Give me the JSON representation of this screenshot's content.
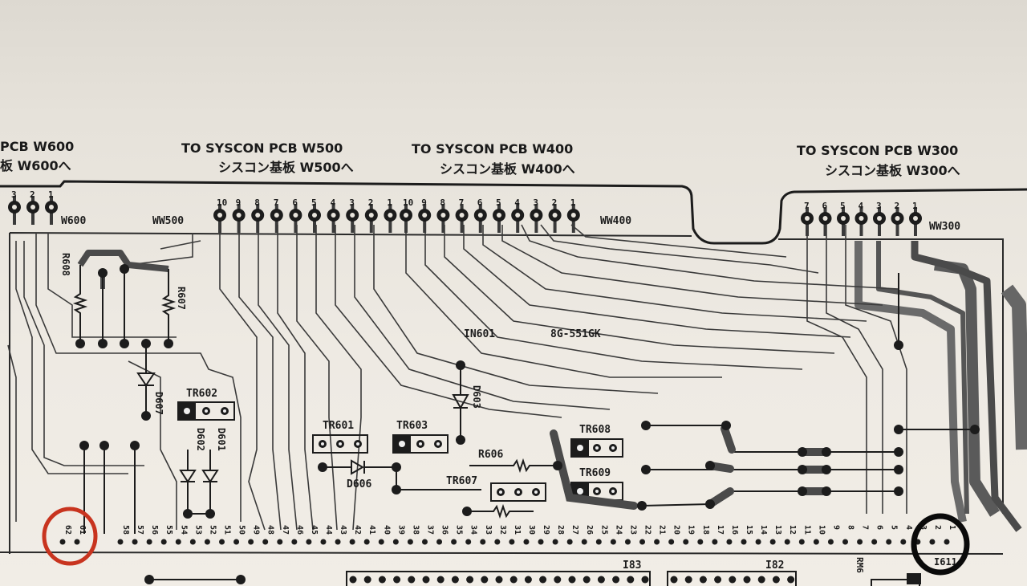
{
  "headers": [
    {
      "id": "w600",
      "en": "PCB W600",
      "jp": "板 W600へ"
    },
    {
      "id": "w500",
      "en": "TO  SYSCON PCB W500",
      "jp": "シスコン基板 W500へ"
    },
    {
      "id": "w400",
      "en": "TO  SYSCON  PCB  W400",
      "jp": "シスコン基板 W400へ"
    },
    {
      "id": "w300",
      "en": "TO  SYSCON  PCB  W300",
      "jp": "シスコン基板 W300へ"
    }
  ],
  "connectors": [
    {
      "id": "w600",
      "label": "W600",
      "pins": [
        "3",
        "2",
        "1"
      ]
    },
    {
      "id": "w500",
      "label": "WW500",
      "pins": [
        "10",
        "9",
        "8",
        "7",
        "6",
        "5",
        "4",
        "3",
        "2",
        "1"
      ]
    },
    {
      "id": "w400",
      "label": "WW400",
      "pins": [
        "10",
        "9",
        "8",
        "7",
        "6",
        "5",
        "4",
        "3",
        "2",
        "1"
      ]
    },
    {
      "id": "w300",
      "label": "WW300",
      "pins": [
        "7",
        "6",
        "5",
        "4",
        "3",
        "2",
        "1"
      ]
    }
  ],
  "components": {
    "r608": "R608",
    "r607": "R607",
    "r606": "R606",
    "d607": "D607",
    "d602": "D602",
    "d601": "D601",
    "d603": "D603",
    "d606": "D606",
    "tr601": "TR601",
    "tr602": "TR602",
    "tr603": "TR603",
    "tr607": "TR607",
    "tr608": "TR608",
    "tr609": "TR609",
    "ic_in601": "IN601",
    "ic_part": "8G-551GK",
    "i83": "I83",
    "i82": "I82",
    "rm6": "RM6",
    "i611": "I611"
  },
  "edge_pins": [
    "62",
    "61",
    "58",
    "57",
    "56",
    "55",
    "54",
    "53",
    "52",
    "51",
    "50",
    "49",
    "48",
    "47",
    "46",
    "45",
    "44",
    "43",
    "42",
    "41",
    "40",
    "39",
    "38",
    "37",
    "36",
    "35",
    "34",
    "33",
    "32",
    "31",
    "30",
    "29",
    "28",
    "27",
    "26",
    "25",
    "24",
    "23",
    "22",
    "21",
    "20",
    "19",
    "18",
    "17",
    "16",
    "15",
    "14",
    "13",
    "12",
    "11",
    "10",
    "9",
    "8",
    "7",
    "6",
    "5",
    "4",
    "3",
    "2",
    "1"
  ],
  "annotations": [
    {
      "id": "red-circle",
      "color": "#c8341f"
    },
    {
      "id": "black-circle",
      "color": "#0a0a0a"
    }
  ],
  "colors": {
    "ink": "#1c1c1c",
    "paper": "#ece8e0",
    "trace_fill": "#5a5a5a"
  }
}
